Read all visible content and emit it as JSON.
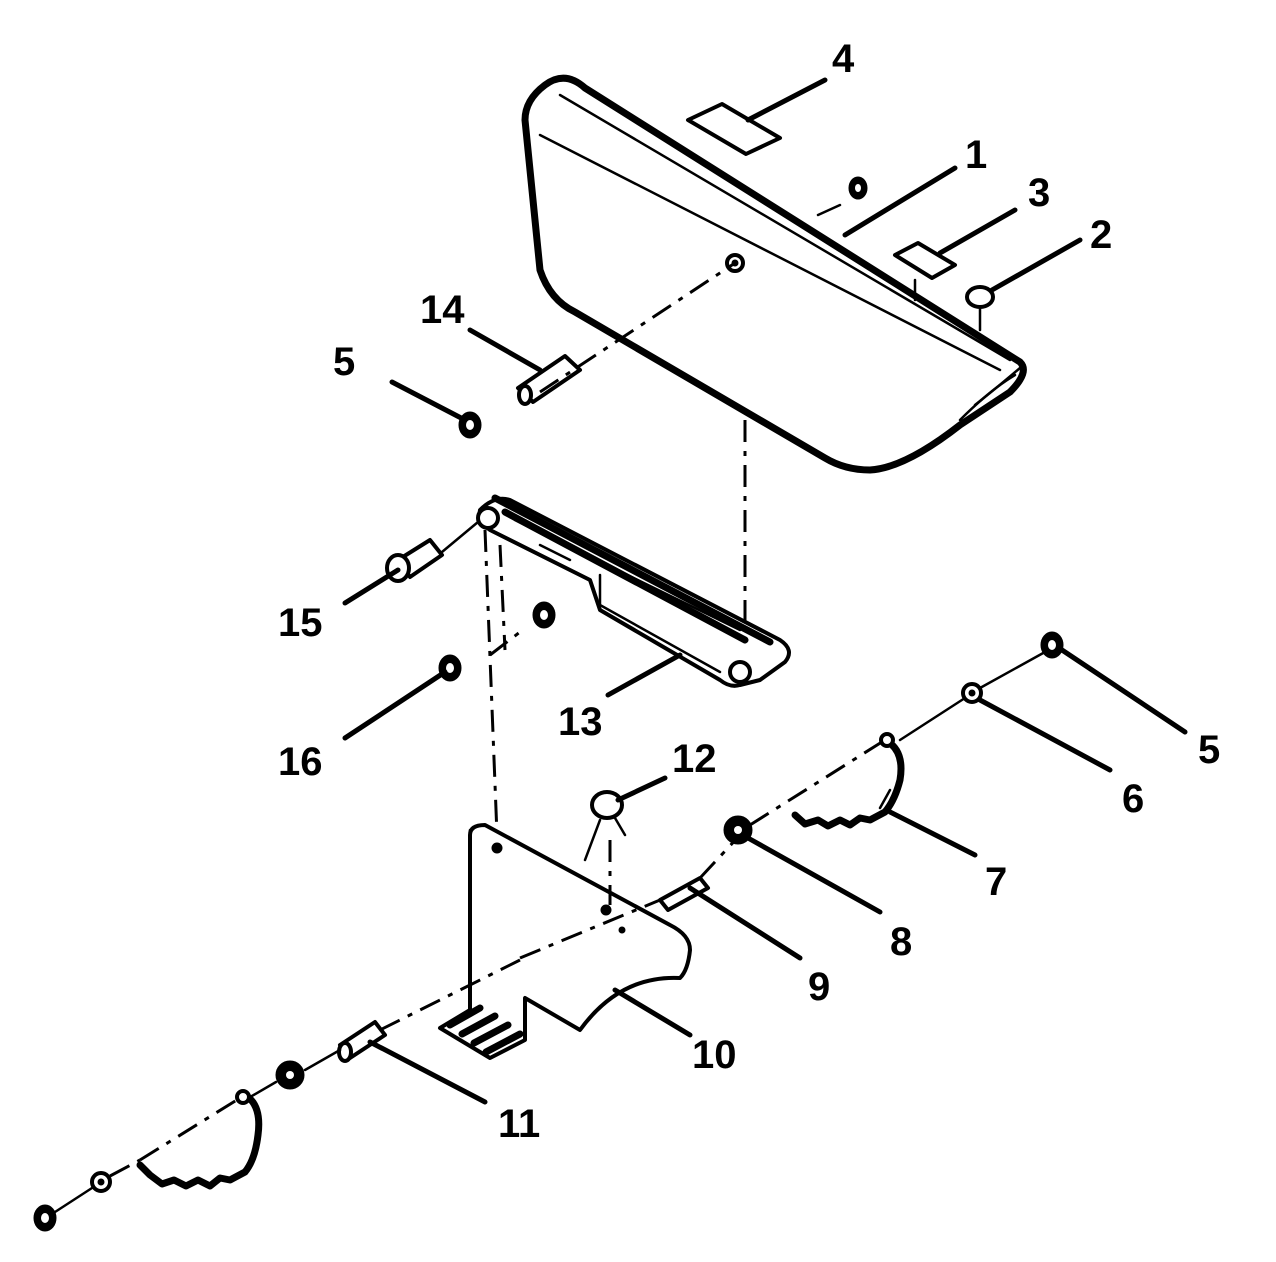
{
  "callouts": {
    "c1": "1",
    "c2": "2",
    "c3": "3",
    "c4": "4",
    "c5a": "5",
    "c5b": "5",
    "c6": "6",
    "c7": "7",
    "c8": "8",
    "c9": "9",
    "c10": "10",
    "c11": "11",
    "c12": "12",
    "c13": "13",
    "c14": "14",
    "c15": "15",
    "c16": "16"
  }
}
